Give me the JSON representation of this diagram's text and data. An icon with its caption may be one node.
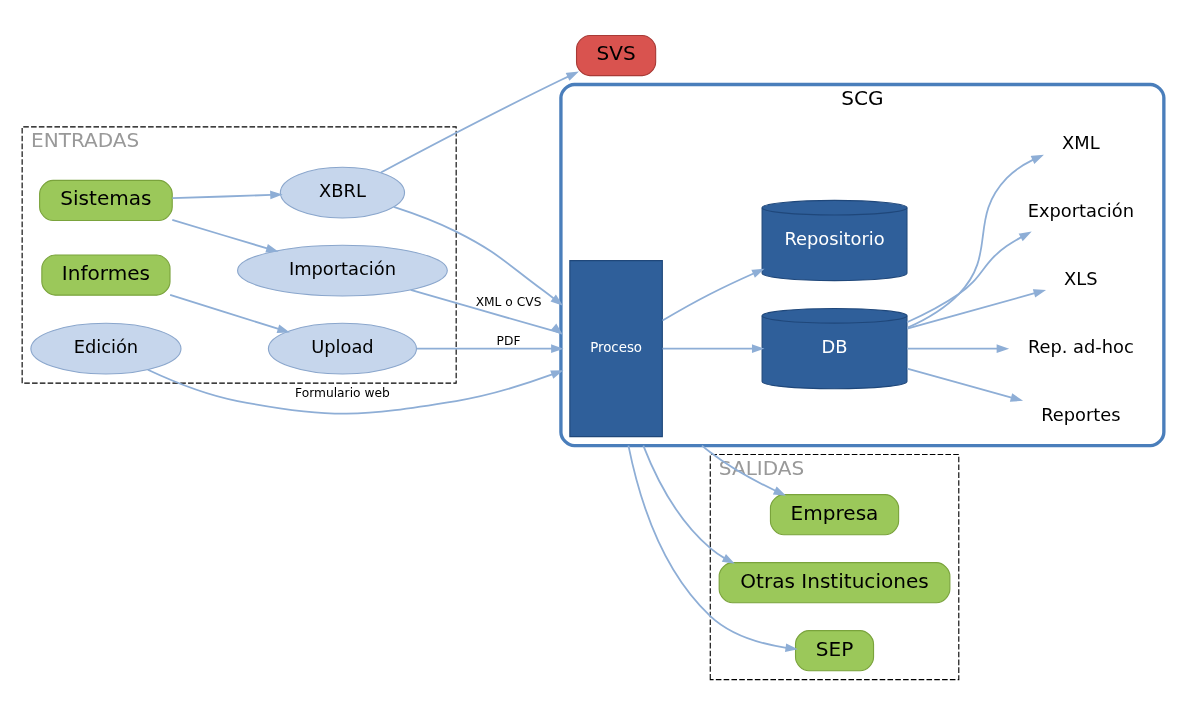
{
  "diagram": {
    "nodes": [
      {
        "text": [
          "ENTRADAS"
        ]
      },
      {
        "text": [
          "Sistemas"
        ],
        "in": 0
      },
      {
        "text": [
          "XBRL"
        ],
        "in": 0
      },
      {
        "text": [
          "SVS"
        ]
      },
      {
        "text": [
          "Importación"
        ],
        "in": 0
      },
      {
        "text": [
          "Edición"
        ],
        "in": 0
      },
      {
        "text": [
          "Upload"
        ],
        "in": 0
      },
      {
        "text": [
          "Informes"
        ],
        "in": 0
      },
      {
        "text": [
          "SCG"
        ]
      },
      {
        "text": [
          "Proceso"
        ],
        "in": 8
      },
      {
        "text": [
          "DB"
        ],
        "in": 8
      },
      {
        "text": [
          "Repositorio"
        ],
        "in": 8
      },
      {
        "text": [
          "Reportes"
        ],
        "in": 8
      },
      {
        "text": [
          "Rep. ad-hoc"
        ],
        "in": 8
      },
      {
        "text": [
          "XLS"
        ],
        "in": 8
      },
      {
        "text": [
          "Exportación"
        ],
        "in": 8
      },
      {
        "text": [
          "XML"
        ],
        "in": 8
      },
      {
        "text": [
          "SALIDAS"
        ]
      },
      {
        "text": [
          "Empresa"
        ],
        "in": 17
      },
      {
        "text": [
          "Otras Instituciones"
        ],
        "in": 17
      },
      {
        "text": [
          "SEP"
        ],
        "in": 17
      }
    ],
    "edges": [
      {
        "from": 1,
        "to": 2,
        "arrow": "to"
      },
      {
        "from": 2,
        "to": 3,
        "arrow": "to"
      },
      {
        "from": 1,
        "to": 4,
        "arrow": "to"
      },
      {
        "from": 2,
        "to": 8,
        "arrow": "to"
      },
      {
        "from": 4,
        "to": 8,
        "arrow": "to",
        "label": "XML o CVS"
      },
      {
        "from": 5,
        "to": 8,
        "arrow": "to",
        "label": "Formulario web"
      },
      {
        "from": 6,
        "to": 8,
        "arrow": "to",
        "label": "PDF"
      },
      {
        "from": 7,
        "to": 6,
        "arrow": "to"
      },
      {
        "from": 9,
        "to": 10,
        "arrow": "to"
      },
      {
        "from": 9,
        "to": 11,
        "arrow": "to"
      },
      {
        "from": 10,
        "to": 12,
        "arrow": "to"
      },
      {
        "from": 10,
        "to": 13,
        "arrow": "to"
      },
      {
        "from": 10,
        "to": 14,
        "arrow": "to"
      },
      {
        "from": 10,
        "to": 15,
        "arrow": "to"
      },
      {
        "from": 10,
        "to": 16,
        "arrow": "to"
      },
      {
        "from": 8,
        "to": 18,
        "arrow": "to"
      },
      {
        "from": 8,
        "to": 19,
        "arrow": "to"
      },
      {
        "from": 8,
        "to": 20,
        "arrow": "to"
      }
    ]
  }
}
